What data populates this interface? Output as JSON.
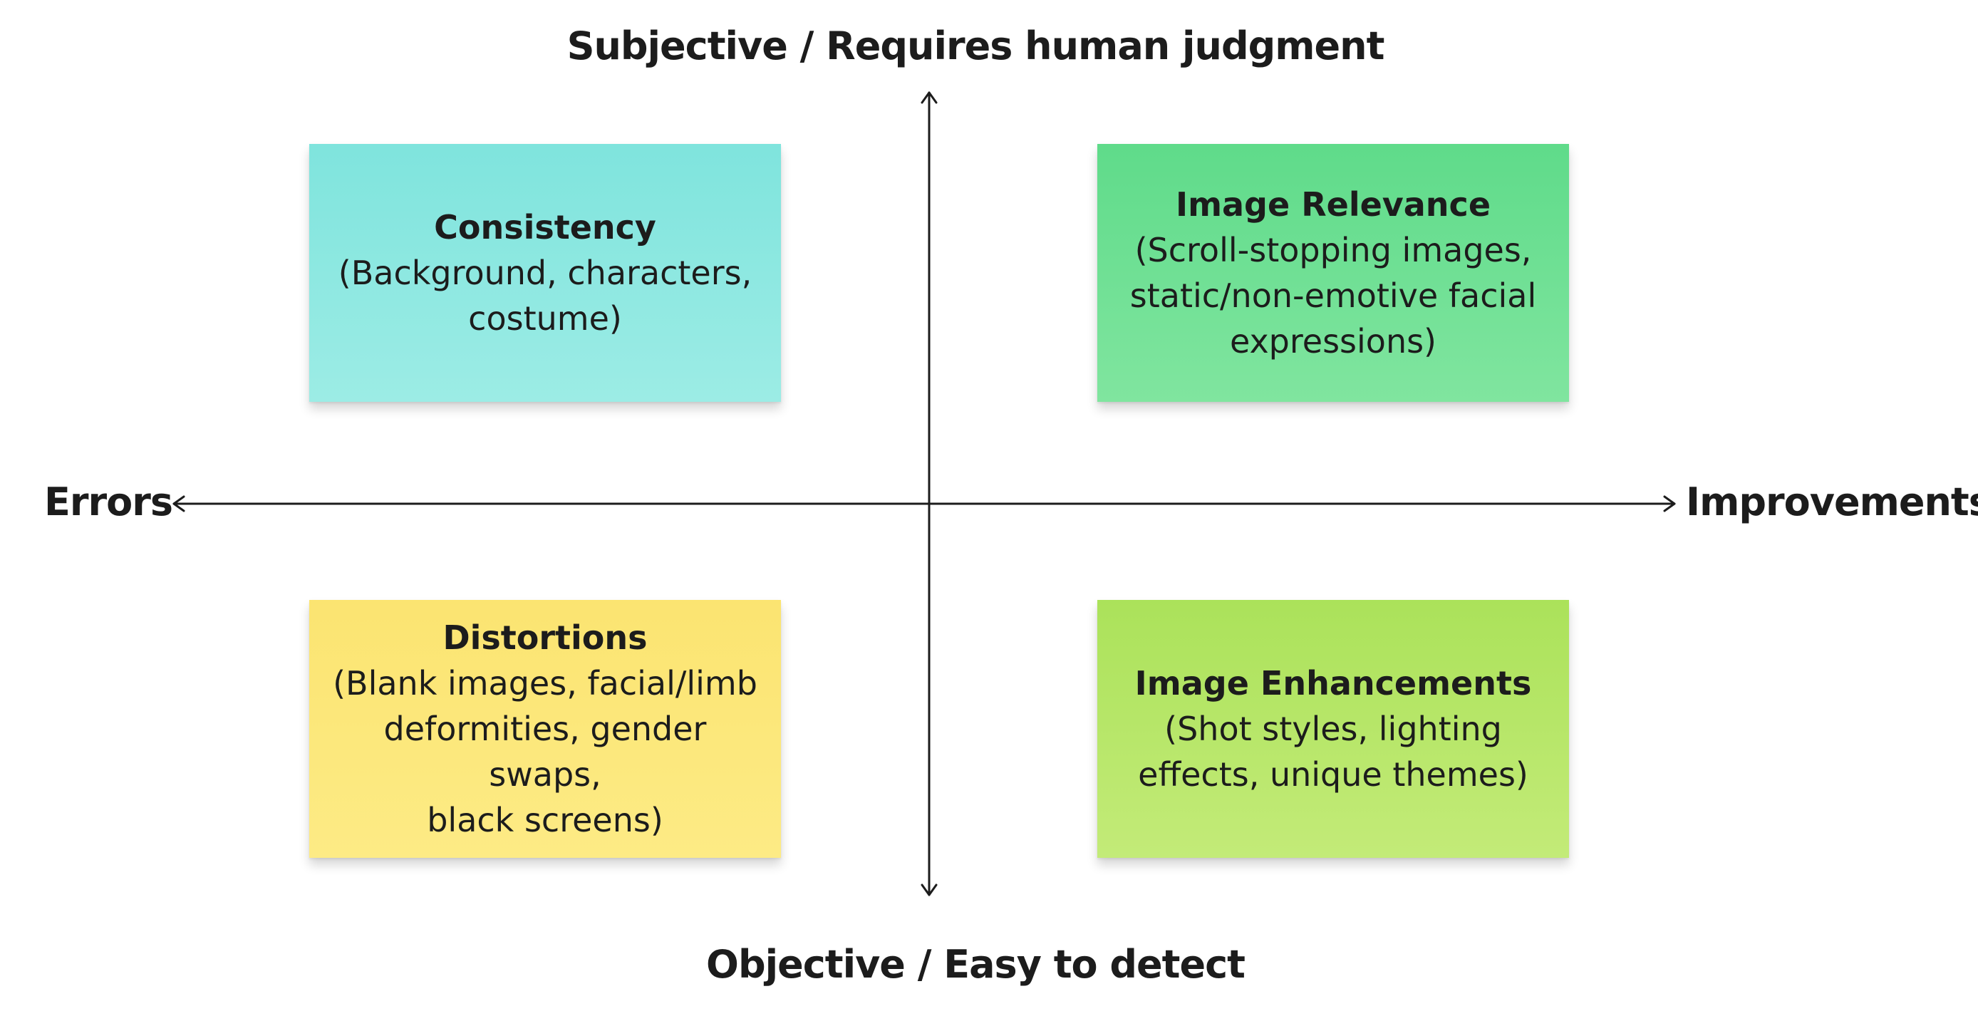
{
  "axes": {
    "top": "Subjective / Requires human judgment",
    "bottom": "Objective / Easy to detect",
    "left": "Errors",
    "right": "Improvements"
  },
  "quadrants": {
    "top_left": {
      "title": "Consistency",
      "lines": [
        "(Background, characters,",
        "costume)"
      ],
      "color": "#8de8e0"
    },
    "top_right": {
      "title": "Image Relevance",
      "lines": [
        "(Scroll-stopping images,",
        "static/non-emotive facial",
        "expressions)"
      ],
      "color": "#6fe093"
    },
    "bottom_left": {
      "title": "Distortions",
      "lines": [
        "(Blank images, facial/limb",
        "deformities, gender swaps,",
        "black screens)"
      ],
      "color": "#fce77a"
    },
    "bottom_right": {
      "title": "Image Enhancements",
      "lines": [
        "(Shot styles, lighting",
        "effects, unique themes)"
      ],
      "color": "#b7e669"
    }
  },
  "colors": {
    "axis": "#1c1c1c",
    "background": "#ffffff"
  }
}
